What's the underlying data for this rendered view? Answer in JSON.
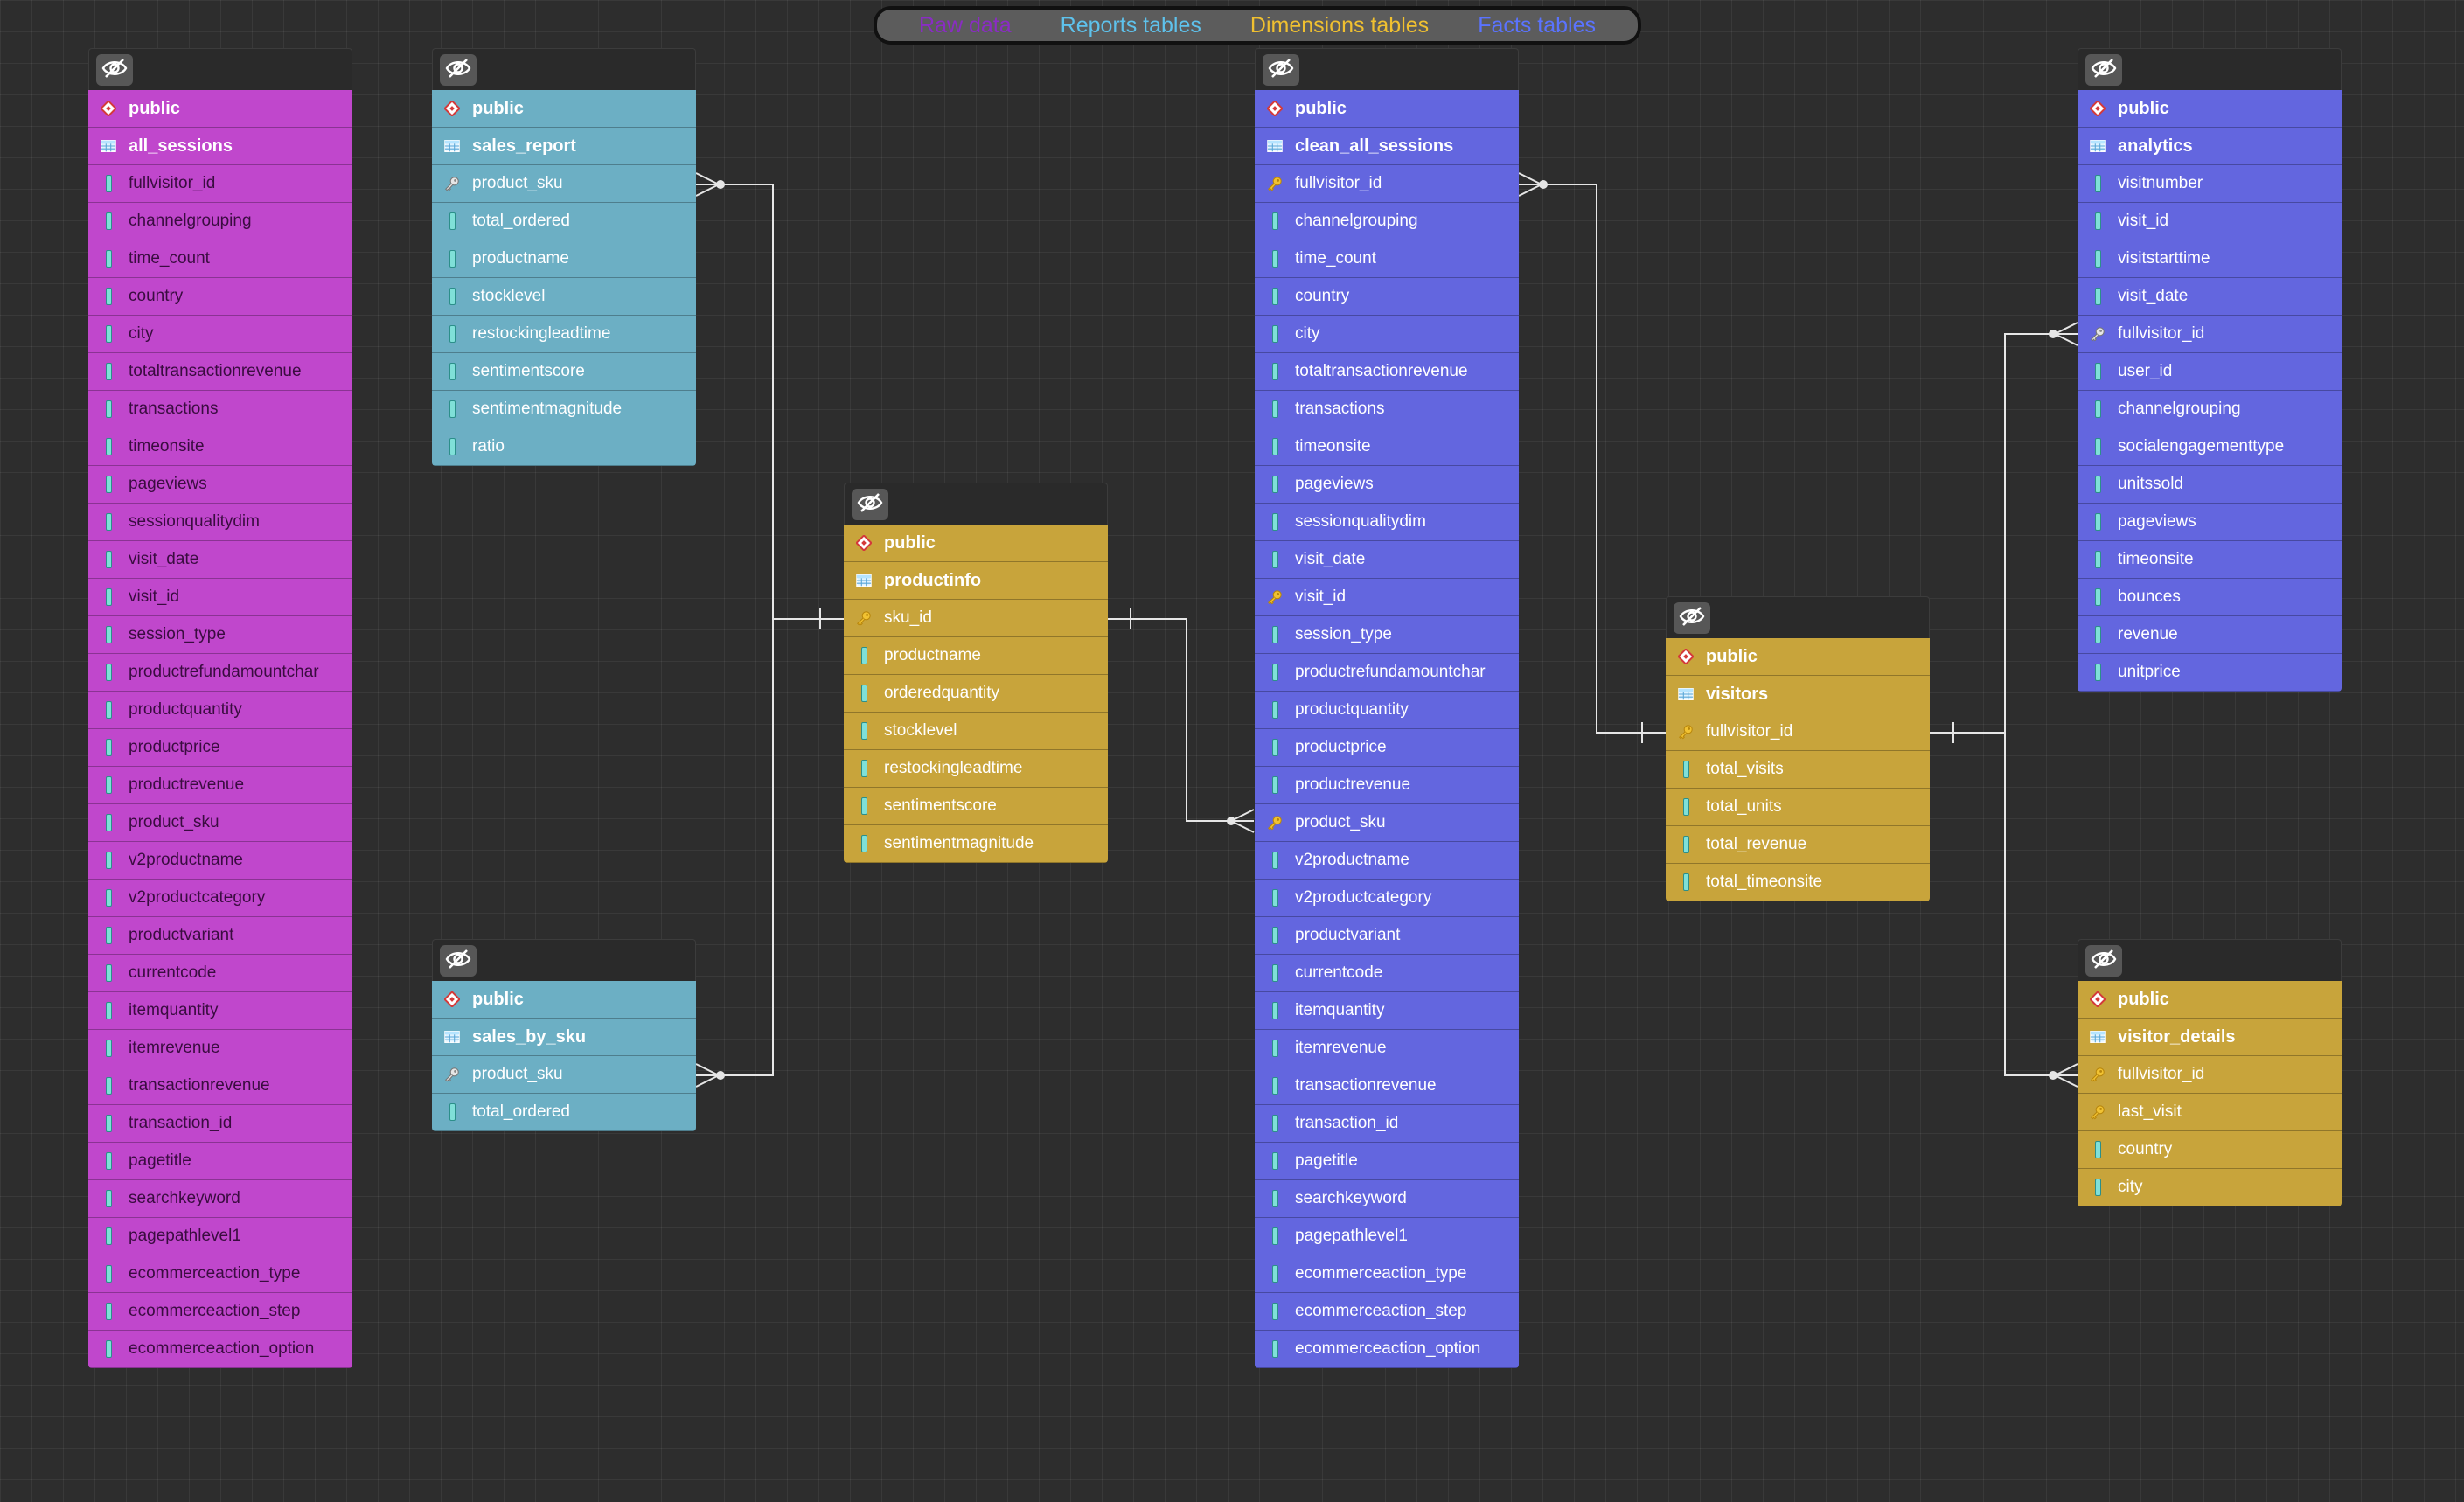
{
  "legend": {
    "raw": "Raw data",
    "reports": "Reports tables",
    "dimensions": "Dimensions tables",
    "facts": "Facts tables"
  },
  "colors": {
    "raw": "#c047cc",
    "reports": "#6cafc4",
    "dimensions": "#c8a43b",
    "facts": "#6366df",
    "legend_raw_text": "#8a2cc4",
    "legend_reports_text": "#5ec2ec",
    "legend_dimensions_text": "#f0c030",
    "legend_facts_text": "#5a73ff"
  },
  "tables": {
    "all_sessions": {
      "schema": "public",
      "name": "all_sessions",
      "columns": [
        {
          "name": "fullvisitor_id",
          "icon": "column-icon"
        },
        {
          "name": "channelgrouping",
          "icon": "column-icon"
        },
        {
          "name": "time_count",
          "icon": "column-icon"
        },
        {
          "name": "country",
          "icon": "column-icon"
        },
        {
          "name": "city",
          "icon": "column-icon"
        },
        {
          "name": "totaltransactionrevenue",
          "icon": "column-icon"
        },
        {
          "name": "transactions",
          "icon": "column-icon"
        },
        {
          "name": "timeonsite",
          "icon": "column-icon"
        },
        {
          "name": "pageviews",
          "icon": "column-icon"
        },
        {
          "name": "sessionqualitydim",
          "icon": "column-icon"
        },
        {
          "name": "visit_date",
          "icon": "column-icon"
        },
        {
          "name": "visit_id",
          "icon": "column-icon"
        },
        {
          "name": "session_type",
          "icon": "column-icon"
        },
        {
          "name": "productrefundamountchar",
          "icon": "column-icon"
        },
        {
          "name": "productquantity",
          "icon": "column-icon"
        },
        {
          "name": "productprice",
          "icon": "column-icon"
        },
        {
          "name": "productrevenue",
          "icon": "column-icon"
        },
        {
          "name": "product_sku",
          "icon": "column-icon"
        },
        {
          "name": "v2productname",
          "icon": "column-icon"
        },
        {
          "name": "v2productcategory",
          "icon": "column-icon"
        },
        {
          "name": "productvariant",
          "icon": "column-icon"
        },
        {
          "name": "currentcode",
          "icon": "column-icon"
        },
        {
          "name": "itemquantity",
          "icon": "column-icon"
        },
        {
          "name": "itemrevenue",
          "icon": "column-icon"
        },
        {
          "name": "transactionrevenue",
          "icon": "column-icon"
        },
        {
          "name": "transaction_id",
          "icon": "column-icon"
        },
        {
          "name": "pagetitle",
          "icon": "column-icon"
        },
        {
          "name": "searchkeyword",
          "icon": "column-icon"
        },
        {
          "name": "pagepathlevel1",
          "icon": "column-icon"
        },
        {
          "name": "ecommerceaction_type",
          "icon": "column-icon"
        },
        {
          "name": "ecommerceaction_step",
          "icon": "column-icon"
        },
        {
          "name": "ecommerceaction_option",
          "icon": "column-icon"
        }
      ]
    },
    "sales_report": {
      "schema": "public",
      "name": "sales_report",
      "columns": [
        {
          "name": "product_sku",
          "icon": "foreign-key-icon"
        },
        {
          "name": "total_ordered",
          "icon": "column-icon"
        },
        {
          "name": "productname",
          "icon": "column-icon"
        },
        {
          "name": "stocklevel",
          "icon": "column-icon"
        },
        {
          "name": "restockingleadtime",
          "icon": "column-icon"
        },
        {
          "name": "sentimentscore",
          "icon": "column-icon"
        },
        {
          "name": "sentimentmagnitude",
          "icon": "column-icon"
        },
        {
          "name": "ratio",
          "icon": "column-icon"
        }
      ]
    },
    "sales_by_sku": {
      "schema": "public",
      "name": "sales_by_sku",
      "columns": [
        {
          "name": "product_sku",
          "icon": "foreign-key-icon"
        },
        {
          "name": "total_ordered",
          "icon": "column-icon"
        }
      ]
    },
    "productinfo": {
      "schema": "public",
      "name": "productinfo",
      "columns": [
        {
          "name": "sku_id",
          "icon": "primary-key-icon"
        },
        {
          "name": "productname",
          "icon": "column-icon"
        },
        {
          "name": "orderedquantity",
          "icon": "column-icon"
        },
        {
          "name": "stocklevel",
          "icon": "column-icon"
        },
        {
          "name": "restockingleadtime",
          "icon": "column-icon"
        },
        {
          "name": "sentimentscore",
          "icon": "column-icon"
        },
        {
          "name": "sentimentmagnitude",
          "icon": "column-icon"
        }
      ]
    },
    "clean_all_sessions": {
      "schema": "public",
      "name": "clean_all_sessions",
      "columns": [
        {
          "name": "fullvisitor_id",
          "icon": "primary-key-icon"
        },
        {
          "name": "channelgrouping",
          "icon": "column-icon"
        },
        {
          "name": "time_count",
          "icon": "column-icon"
        },
        {
          "name": "country",
          "icon": "column-icon"
        },
        {
          "name": "city",
          "icon": "column-icon"
        },
        {
          "name": "totaltransactionrevenue",
          "icon": "column-icon"
        },
        {
          "name": "transactions",
          "icon": "column-icon"
        },
        {
          "name": "timeonsite",
          "icon": "column-icon"
        },
        {
          "name": "pageviews",
          "icon": "column-icon"
        },
        {
          "name": "sessionqualitydim",
          "icon": "column-icon"
        },
        {
          "name": "visit_date",
          "icon": "column-icon"
        },
        {
          "name": "visit_id",
          "icon": "primary-key-icon"
        },
        {
          "name": "session_type",
          "icon": "column-icon"
        },
        {
          "name": "productrefundamountchar",
          "icon": "column-icon"
        },
        {
          "name": "productquantity",
          "icon": "column-icon"
        },
        {
          "name": "productprice",
          "icon": "column-icon"
        },
        {
          "name": "productrevenue",
          "icon": "column-icon"
        },
        {
          "name": "product_sku",
          "icon": "primary-key-icon"
        },
        {
          "name": "v2productname",
          "icon": "column-icon"
        },
        {
          "name": "v2productcategory",
          "icon": "column-icon"
        },
        {
          "name": "productvariant",
          "icon": "column-icon"
        },
        {
          "name": "currentcode",
          "icon": "column-icon"
        },
        {
          "name": "itemquantity",
          "icon": "column-icon"
        },
        {
          "name": "itemrevenue",
          "icon": "column-icon"
        },
        {
          "name": "transactionrevenue",
          "icon": "column-icon"
        },
        {
          "name": "transaction_id",
          "icon": "column-icon"
        },
        {
          "name": "pagetitle",
          "icon": "column-icon"
        },
        {
          "name": "searchkeyword",
          "icon": "column-icon"
        },
        {
          "name": "pagepathlevel1",
          "icon": "column-icon"
        },
        {
          "name": "ecommerceaction_type",
          "icon": "column-icon"
        },
        {
          "name": "ecommerceaction_step",
          "icon": "column-icon"
        },
        {
          "name": "ecommerceaction_option",
          "icon": "column-icon"
        }
      ]
    },
    "visitors": {
      "schema": "public",
      "name": "visitors",
      "columns": [
        {
          "name": "fullvisitor_id",
          "icon": "primary-key-icon"
        },
        {
          "name": "total_visits",
          "icon": "column-icon"
        },
        {
          "name": "total_units",
          "icon": "column-icon"
        },
        {
          "name": "total_revenue",
          "icon": "column-icon"
        },
        {
          "name": "total_timeonsite",
          "icon": "column-icon"
        }
      ]
    },
    "analytics": {
      "schema": "public",
      "name": "analytics",
      "columns": [
        {
          "name": "visitnumber",
          "icon": "column-icon"
        },
        {
          "name": "visit_id",
          "icon": "column-icon"
        },
        {
          "name": "visitstarttime",
          "icon": "column-icon"
        },
        {
          "name": "visit_date",
          "icon": "column-icon"
        },
        {
          "name": "fullvisitor_id",
          "icon": "foreign-key-icon"
        },
        {
          "name": "user_id",
          "icon": "column-icon"
        },
        {
          "name": "channelgrouping",
          "icon": "column-icon"
        },
        {
          "name": "socialengagementtype",
          "icon": "column-icon"
        },
        {
          "name": "unitssold",
          "icon": "column-icon"
        },
        {
          "name": "pageviews",
          "icon": "column-icon"
        },
        {
          "name": "timeonsite",
          "icon": "column-icon"
        },
        {
          "name": "bounces",
          "icon": "column-icon"
        },
        {
          "name": "revenue",
          "icon": "column-icon"
        },
        {
          "name": "unitprice",
          "icon": "column-icon"
        }
      ]
    },
    "visitor_details": {
      "schema": "public",
      "name": "visitor_details",
      "columns": [
        {
          "name": "fullvisitor_id",
          "icon": "primary-key-icon"
        },
        {
          "name": "last_visit",
          "icon": "primary-key-icon"
        },
        {
          "name": "country",
          "icon": "column-icon"
        },
        {
          "name": "city",
          "icon": "column-icon"
        }
      ]
    }
  }
}
